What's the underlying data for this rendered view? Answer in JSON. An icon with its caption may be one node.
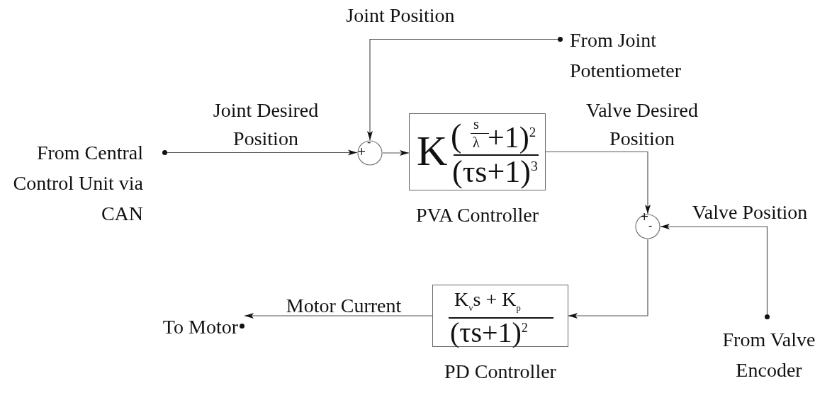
{
  "diagram": {
    "nodes": [
      {
        "text": [
          "From Central Control Unit via CAN"
        ]
      },
      {
        "text": [
          "+",
          "-"
        ]
      },
      {
        "text": [
          "K",
          "(",
          "s",
          "λ",
          "+1)$^{2}$",
          "(τs+1)$^{3}$"
        ],
        "beside": [
          "PVA Controller"
        ]
      },
      {
        "text": [
          "From Joint Potentiometer"
        ]
      },
      {
        "text": [
          "+",
          "-"
        ]
      },
      {
        "text": [
          "From Valve Encoder"
        ]
      },
      {
        "text": [
          "K$_{v}$s + K$_{p}$",
          "(τs+1)$^{2}$"
        ],
        "beside": [
          "PD Controller"
        ]
      },
      {
        "text": [
          "To Motor"
        ]
      }
    ],
    "edges": [
      {
        "from": 0,
        "to": 1,
        "arrow": "to",
        "label": "Joint Desired Position"
      },
      {
        "from": 3,
        "to": 1,
        "arrow": "to",
        "label": "Joint Position"
      },
      {
        "from": 1,
        "to": 2,
        "arrow": "to"
      },
      {
        "from": 2,
        "to": 4,
        "arrow": "to",
        "label": "Valve Desired Position"
      },
      {
        "from": 5,
        "to": 4,
        "arrow": "to",
        "label": "Valve Position"
      },
      {
        "from": 4,
        "to": 6,
        "arrow": "to"
      },
      {
        "from": 6,
        "to": 7,
        "arrow": "to",
        "label": "Motor Current"
      }
    ]
  }
}
